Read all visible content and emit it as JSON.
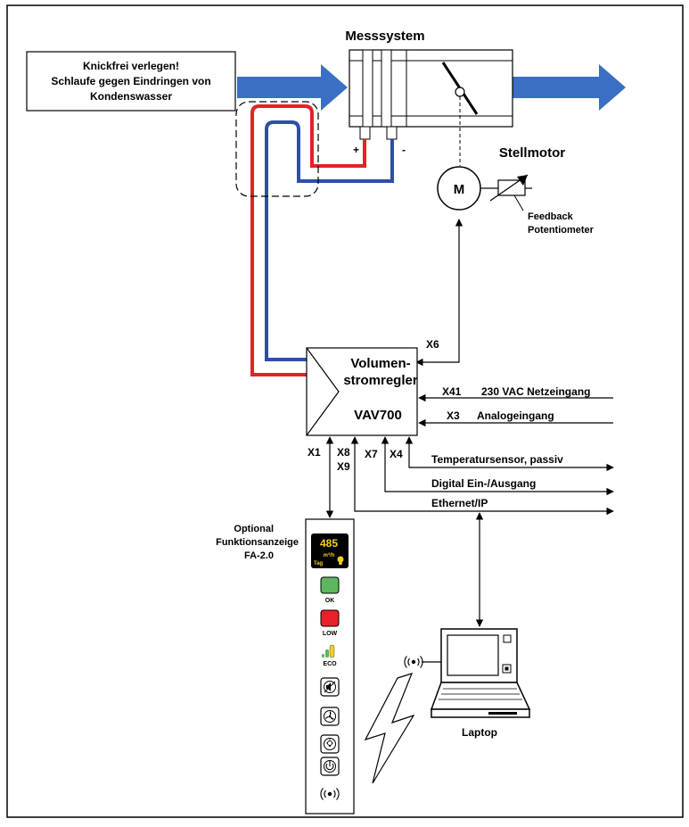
{
  "title": "Messsystem",
  "note": {
    "line1": "Knickfrei verlegen!",
    "line2": "Schlaufe gegen Eindringen von",
    "line3": "Kondenswasser"
  },
  "pressure_plus": "+",
  "pressure_minus": "-",
  "motor": {
    "title": "Stellmotor",
    "symbol": "M",
    "feedback_line1": "Feedback",
    "feedback_line2": "Potentiometer"
  },
  "controller": {
    "line1": "Volumen-",
    "line2": "stromregler",
    "model": "VAV700"
  },
  "ports": {
    "x6": "X6",
    "x41": "X41",
    "x3": "X3",
    "x1": "X1",
    "x8": "X8",
    "x9": "X9",
    "x7": "X7",
    "x4": "X4"
  },
  "signals": {
    "netzeingang": "230 VAC Netzeingang",
    "analog": "Analogeingang",
    "temperatur": "Temperatursensor, passiv",
    "digital": "Digital Ein-/Ausgang",
    "ethernet": "Ethernet/IP"
  },
  "display": {
    "caption1": "Optional",
    "caption2": "Funktionsanzeige",
    "caption3": "FA-2.0",
    "value": "485",
    "unit": "m³/h",
    "mode": "Tag",
    "ok_label": "OK",
    "low_label": "LOW",
    "eco_label": "ECO",
    "ok_color": "#5cb85c",
    "low_color": "#e8222a",
    "eco_color": "#f0d020"
  },
  "laptop": {
    "label": "Laptop"
  },
  "colors": {
    "airflow": "#3a6fc4",
    "hose_red": "#e32228",
    "hose_blue": "#2e4ea8",
    "screen_yellow": "#f2d21b"
  }
}
